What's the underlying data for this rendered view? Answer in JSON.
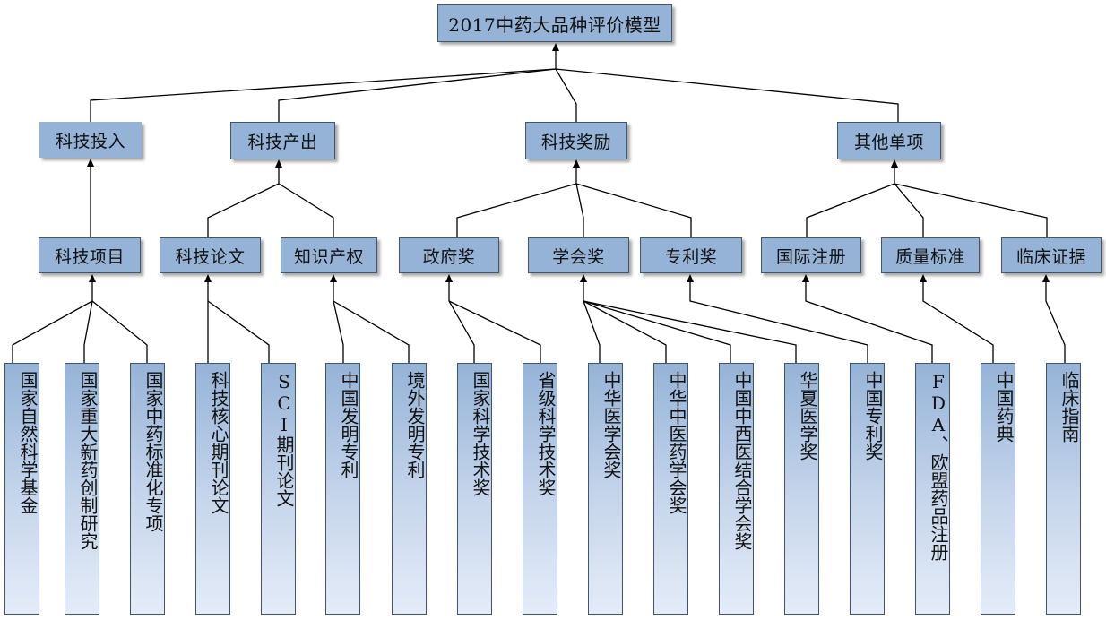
{
  "root": "2017中药大品种评价模型",
  "level1": [
    "科技投入",
    "科技产出",
    "科技奖励",
    "其他单项"
  ],
  "level2": [
    "科技项目",
    "科技论文",
    "知识产权",
    "政府奖",
    "学会奖",
    "专利奖",
    "国际注册",
    "质量标准",
    "临床证据"
  ],
  "leaves": [
    "国家自然科学基金",
    "国家重大新药创制研究",
    "国家中药标准化专项",
    "科技核心期刊论文",
    "SCI期刊论文",
    "中国发明专利",
    "境外发明专利",
    "国家科学技术奖",
    "省级科学技术奖",
    "中华医学会奖",
    "中华中医药学会奖",
    "中国中西医结合学会奖",
    "华夏医学奖",
    "中国专利奖",
    "FDA、欧盟药品注册",
    "中国药典",
    "临床指南"
  ]
}
